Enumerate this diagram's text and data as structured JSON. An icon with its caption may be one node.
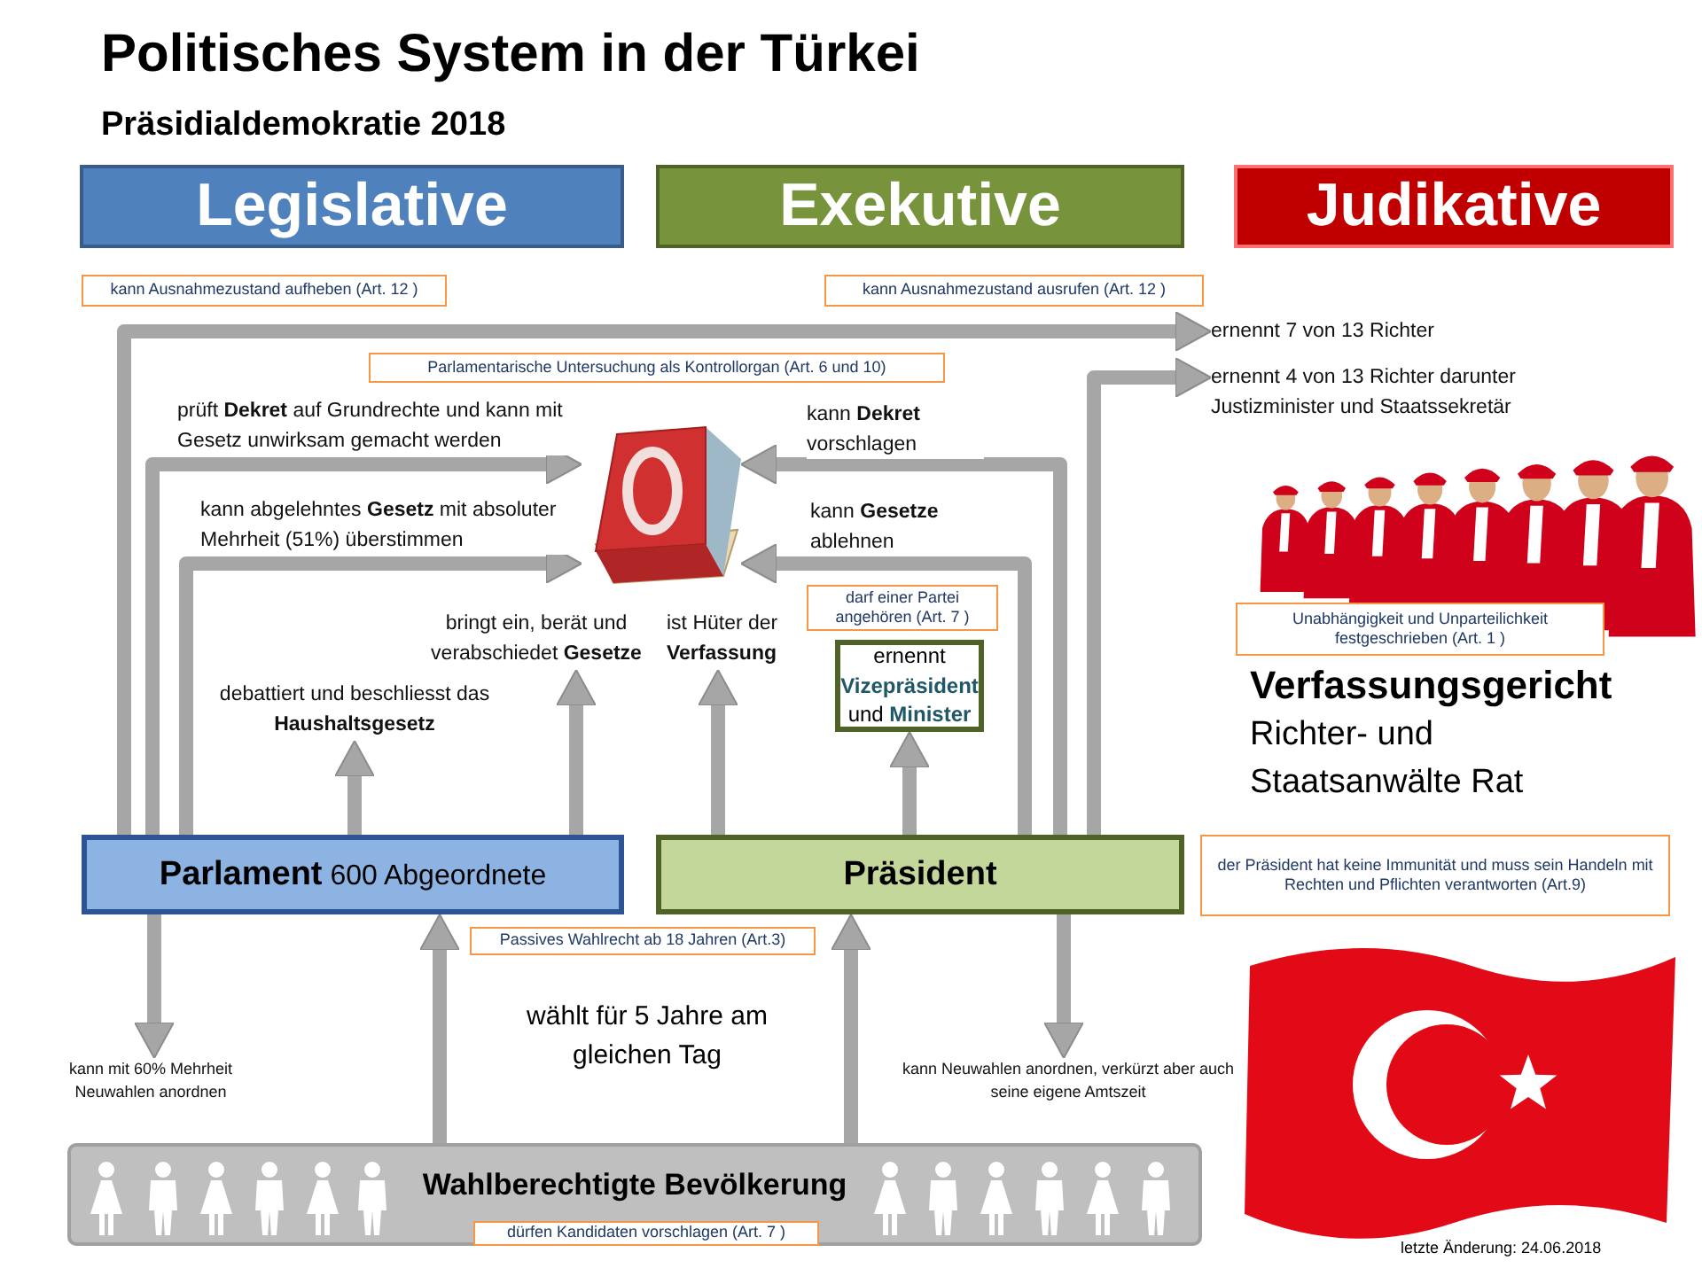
{
  "diagram": {
    "title": "Politisches System in der Türkei",
    "nodes": [
      {
        "text": [
          "Legislative"
        ]
      },
      {
        "text": [
          "Exekutive"
        ]
      },
      {
        "text": [
          "Judikative"
        ]
      },
      {
        "text": [
          "kann Ausnahmezustand aufheben (Art. 12 )"
        ]
      },
      {
        "text": [
          "kann Ausnahmezustand ausrufen (Art. 12 )"
        ]
      },
      {
        "text": [
          "ernennt 7 von 13 Richter"
        ]
      },
      {
        "text": [
          "Parlamentarische Untersuchung als Kontrollorgan (Art. 6 und 10)"
        ]
      },
      {
        "text": [
          "ernennt 4 von 13 Richter darunter Justizminister und Staatssekretär"
        ]
      },
      {
        "text": [],
        "shape": "picture"
      },
      {
        "text": [
          "darf einer Partei angehören (Art. 7 )"
        ]
      },
      {
        "text": [
          "Unabhängigkeit und Unparteilichkeit festgeschrieben (Art. 1 )"
        ]
      },
      {
        "text": [
          "bringt ein, berät und verabschiedet **Gesetze**"
        ]
      },
      {
        "text": [
          "ist Hüter der **Verfassung**"
        ]
      },
      {
        "text": [
          "ernennt **Vizepräsident** und **Minister**"
        ]
      },
      {
        "text": [
          "debattiert und beschliesst das **Haushaltsgesetz**"
        ]
      },
      {
        "text": [
          "**Parlament** 600 Abgeordnete"
        ]
      },
      {
        "text": [
          "Präsident"
        ]
      },
      {
        "text": [
          "der Präsident hat keine Immunität und muss sein Handeln mit Rechten und Pflichten verantworten (Art.9)"
        ]
      },
      {
        "text": [
          "Passives Wahlrecht ab 18 Jahren (Art.3)"
        ]
      },
      {
        "text": [
          "kann mit 60% Mehrheit Neuwahlen anordnen"
        ]
      },
      {
        "text": [
          "kann Neuwahlen anordnen, verkürzt aber auch seine eigene Amtszeit"
        ]
      },
      {
        "text": [
          "Wahlberechtigte Bevölkerung"
        ]
      },
      {
        "text": [
          "dürfen Kandidaten vorschlagen (Art. 7 )"
        ],
        "in": 21
      }
    ],
    "edges": [
      {
        "from": 15,
        "to": 5,
        "arrow": "to"
      },
      {
        "from": 15,
        "to": 8,
        "arrow": "to",
        "label": "prüft **Dekret** auf Grundrechte und kann mit Gesetz unwirksam gemacht werden"
      },
      {
        "from": 15,
        "to": 8,
        "arrow": "to",
        "label": "kann abgelehntes **Gesetz** mit absoluter Mehrheit (51%) überstimmen"
      },
      {
        "from": 15,
        "to": 14,
        "arrow": "to"
      },
      {
        "from": 15,
        "to": 11,
        "arrow": "to"
      },
      {
        "from": 16,
        "to": 12,
        "arrow": "to"
      },
      {
        "from": 16,
        "to": 13,
        "arrow": "to"
      },
      {
        "from": 16,
        "to": 8,
        "arrow": "to",
        "label": "kann **Dekret** vorschlagen"
      },
      {
        "from": 16,
        "to": 8,
        "arrow": "to",
        "label": "kann **Gesetze** ablehnen"
      },
      {
        "from": 16,
        "to": 7,
        "arrow": "to"
      },
      {
        "from": 15,
        "to": 19,
        "arrow": "to"
      },
      {
        "from": 16,
        "to": 20,
        "arrow": "to"
      },
      {
        "from": 21,
        "to": 15,
        "arrow": "to"
      },
      {
        "from": 21,
        "to": 16,
        "arrow": "to"
      }
    ],
    "labels": [
      "Präsidialdemokratie 2018",
      "Verfassungsgericht",
      "Richter- und Staatsanwälte Rat",
      "wählt für 5 Jahre am gleichen Tag",
      "letzte Änderung: 24.06.2018"
    ]
  }
}
